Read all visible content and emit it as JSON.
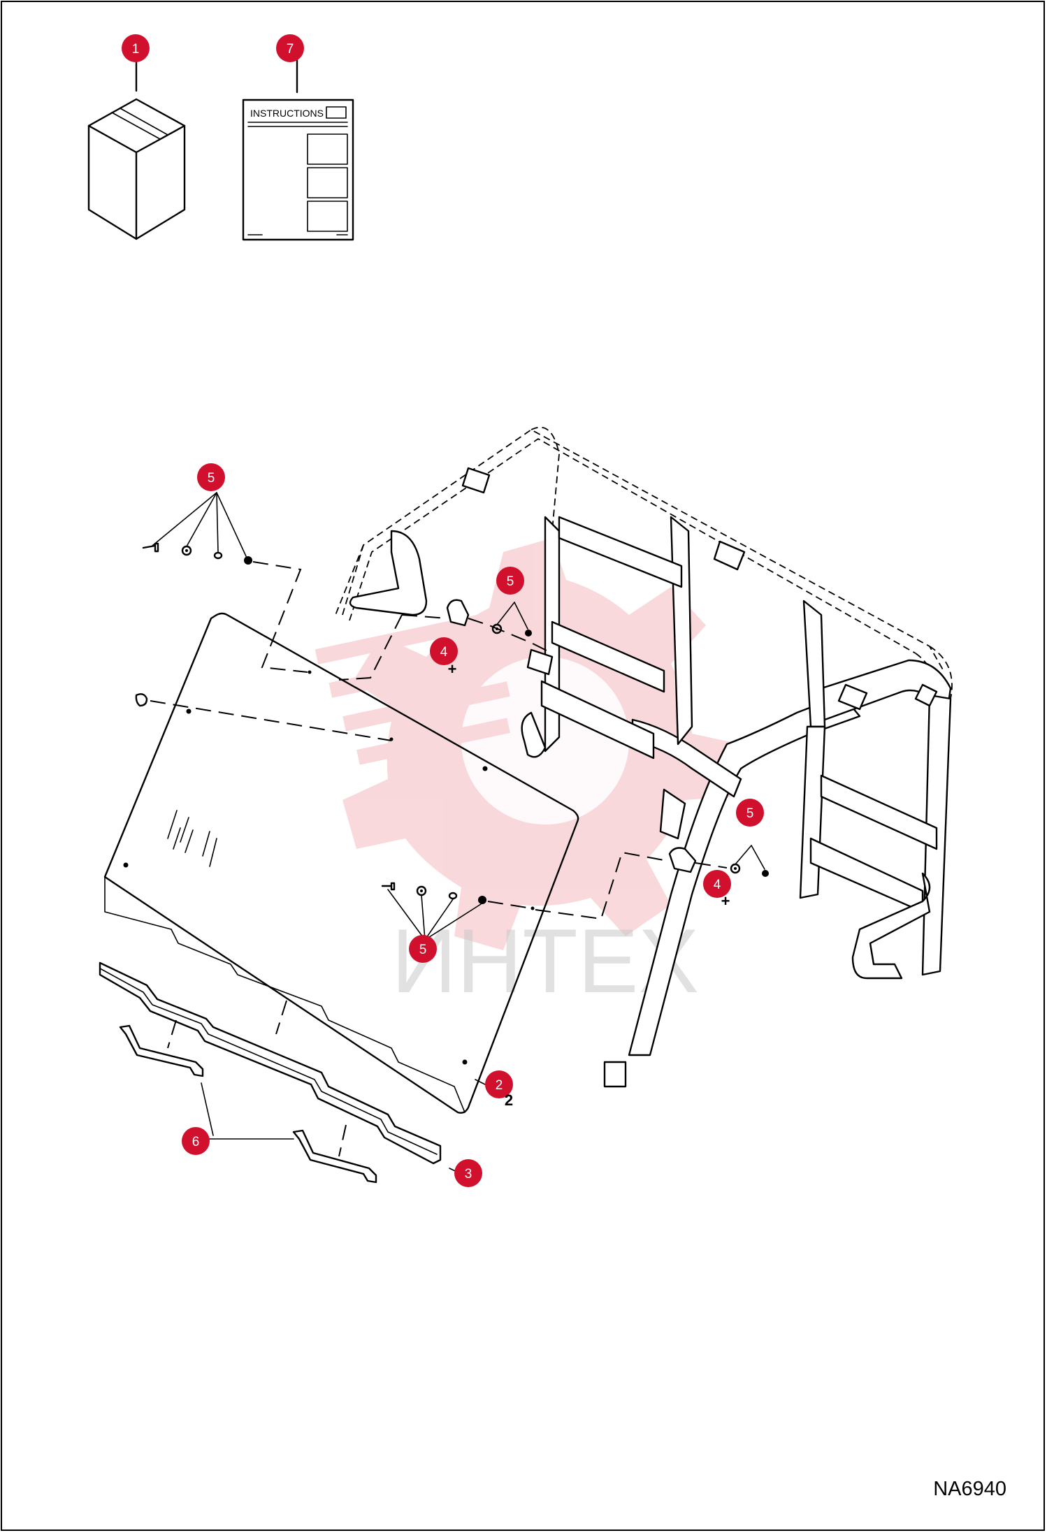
{
  "drawing_number": "NA6940",
  "watermark": "ИНТЕХ",
  "instruction_sheet_label": "INSTRUCTIONS",
  "callouts": [
    {
      "id": "c1",
      "label": "1",
      "sub": ""
    },
    {
      "id": "c7",
      "label": "7",
      "sub": ""
    },
    {
      "id": "c5a",
      "label": "5",
      "sub": ""
    },
    {
      "id": "c5b",
      "label": "5",
      "sub": ""
    },
    {
      "id": "c4a",
      "label": "4",
      "sub": "+"
    },
    {
      "id": "c5c",
      "label": "5",
      "sub": ""
    },
    {
      "id": "c4b",
      "label": "4",
      "sub": "+"
    },
    {
      "id": "c5d",
      "label": "5",
      "sub": ""
    },
    {
      "id": "c2",
      "label": "2",
      "sub": "2"
    },
    {
      "id": "c6",
      "label": "6",
      "sub": ""
    },
    {
      "id": "c3",
      "label": "3",
      "sub": ""
    }
  ]
}
